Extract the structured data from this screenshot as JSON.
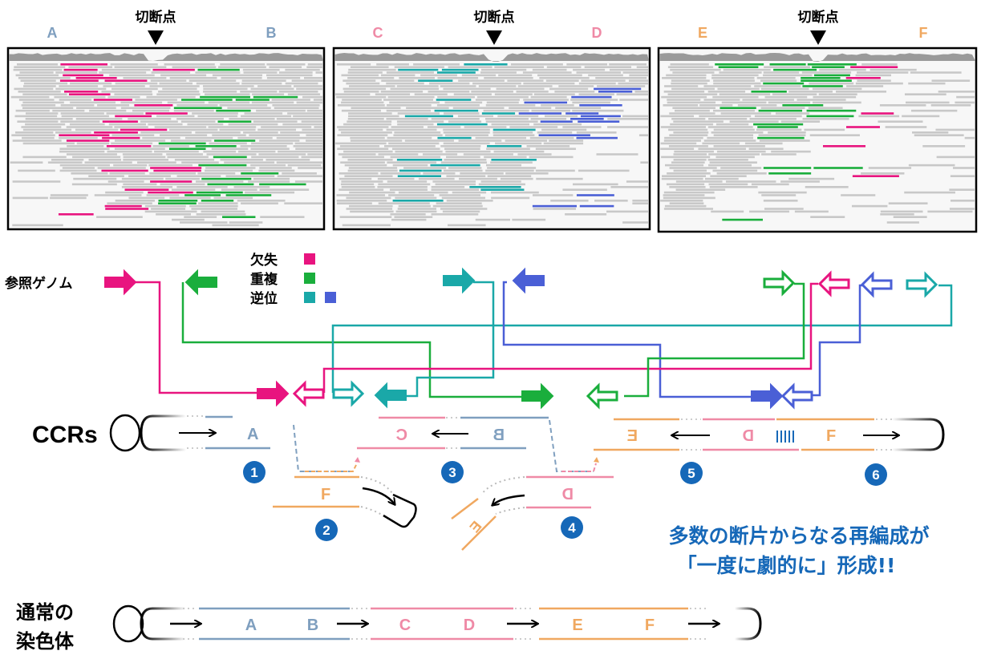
{
  "colors": {
    "deletion": "#e8147f",
    "duplication": "#1aae3c",
    "inversion_teal": "#1aa8a8",
    "inversion_blue": "#4a5fd6",
    "seg_ab": "#7f9fbf",
    "seg_cd": "#ef8aa6",
    "seg_ef": "#f0a860",
    "badge": "#1668b8",
    "summary_text": "#1668b8"
  },
  "panels": [
    {
      "left_label": "A",
      "right_label": "B",
      "breakpoint_label": "切断点",
      "left_color": "seg_ab",
      "right_color": "seg_ab"
    },
    {
      "left_label": "C",
      "right_label": "D",
      "breakpoint_label": "切断点",
      "left_color": "seg_cd",
      "right_color": "seg_cd"
    },
    {
      "left_label": "E",
      "right_label": "F",
      "breakpoint_label": "切断点",
      "left_color": "seg_ef",
      "right_color": "seg_ef"
    }
  ],
  "legend": {
    "items": [
      {
        "label": "欠失",
        "colors": [
          "deletion"
        ]
      },
      {
        "label": "重複",
        "colors": [
          "duplication"
        ]
      },
      {
        "label": "逆位",
        "colors": [
          "inversion_teal",
          "inversion_blue"
        ]
      }
    ]
  },
  "reference_genome_label": "参照ゲノム",
  "ccrs": {
    "label": "CCRs",
    "segments": [
      "A",
      "F",
      "C",
      "B",
      "D",
      "E",
      "E",
      "D",
      "F"
    ],
    "badges": [
      "1",
      "2",
      "3",
      "4",
      "5",
      "6"
    ]
  },
  "summary": {
    "line1": "多数の断片からなる再編成が",
    "line2": "「一度に劇的に」形成!!"
  },
  "normal_chromosome": {
    "label_line1": "通常の",
    "label_line2": "染色体",
    "segments": [
      "A",
      "B",
      "C",
      "D",
      "E",
      "F"
    ]
  }
}
